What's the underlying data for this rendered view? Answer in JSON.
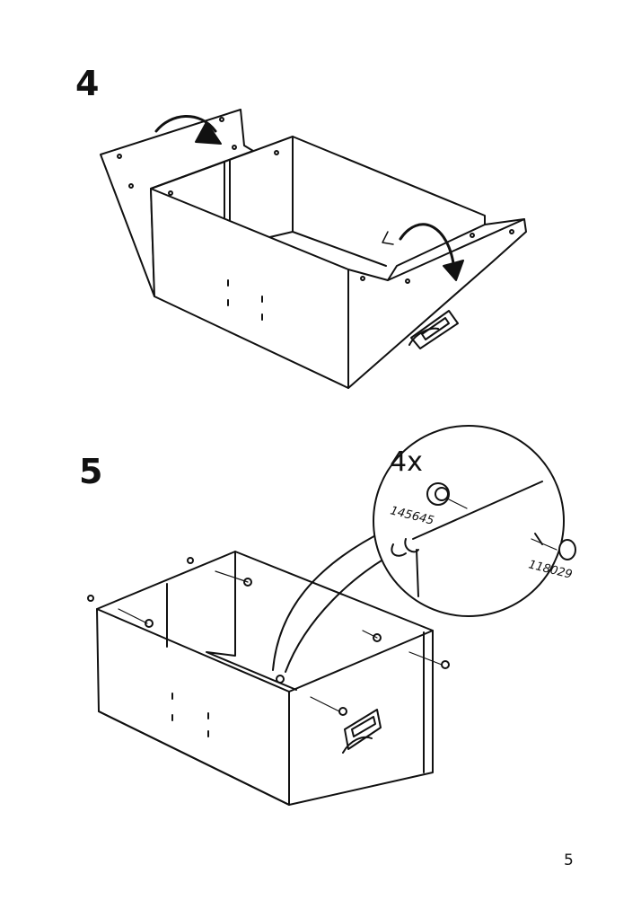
{
  "steps": [
    {
      "number": "4"
    },
    {
      "number": "5"
    }
  ],
  "callout": {
    "quantity": "4x",
    "parts": [
      {
        "id": "145645"
      },
      {
        "id": "118029"
      }
    ]
  },
  "page_number": "5"
}
